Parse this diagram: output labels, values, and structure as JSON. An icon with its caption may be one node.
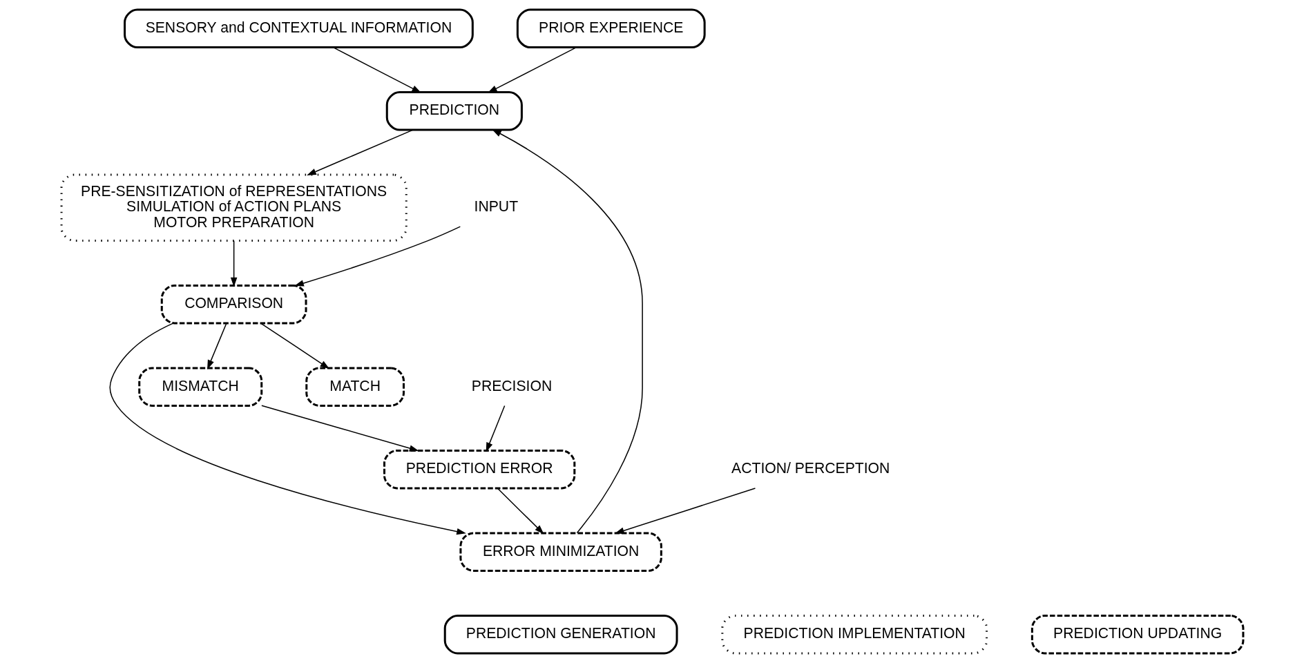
{
  "diagram": {
    "nodes": [
      {
        "text": [
          "SENSORY and CONTEXTUAL INFORMATION"
        ]
      },
      {
        "text": [
          "PRIOR EXPERIENCE"
        ]
      },
      {
        "text": [
          "PREDICTION"
        ]
      },
      {
        "text": [
          "ACTION/ PERCEPTION"
        ]
      },
      {
        "text": [
          "ERROR MINIMIZATION"
        ]
      },
      {
        "text": [
          "PRE-SENSITIZATION of REPRESENTATIONS",
          "SIMULATION of ACTION PLANS",
          "MOTOR PREPARATION"
        ]
      },
      {
        "text": [
          "PREDICTION ERROR"
        ]
      },
      {
        "text": [
          "COMPARISON"
        ]
      },
      {
        "text": [
          "MISMATCH"
        ]
      },
      {
        "text": [
          "MATCH"
        ]
      },
      {
        "text": [
          "PRECISION"
        ]
      },
      {
        "text": [
          "INPUT"
        ]
      },
      {
        "text": [
          "PREDICTION GENERATION"
        ]
      },
      {
        "text": [
          "PREDICTION IMPLEMENTATION"
        ]
      },
      {
        "text": [
          "PREDICTION UPDATING"
        ]
      }
    ],
    "edges": [
      {
        "from": 0,
        "to": 2,
        "arrow": "to"
      },
      {
        "from": 1,
        "to": 2,
        "arrow": "to"
      },
      {
        "from": 2,
        "to": 5,
        "arrow": "to"
      },
      {
        "from": 5,
        "to": 7,
        "arrow": "to"
      },
      {
        "from": 7,
        "to": 4,
        "arrow": "to"
      },
      {
        "from": 4,
        "to": 2,
        "arrow": "to"
      },
      {
        "from": 3,
        "to": 4,
        "arrow": "to"
      },
      {
        "from": 6,
        "to": 4,
        "arrow": "to"
      },
      {
        "from": 7,
        "to": 8,
        "arrow": "to"
      },
      {
        "from": 7,
        "to": 9,
        "arrow": "to"
      },
      {
        "from": 8,
        "to": 6,
        "arrow": "to"
      },
      {
        "from": 10,
        "to": 6,
        "arrow": "to"
      },
      {
        "from": 11,
        "to": 7,
        "arrow": "to"
      }
    ]
  }
}
